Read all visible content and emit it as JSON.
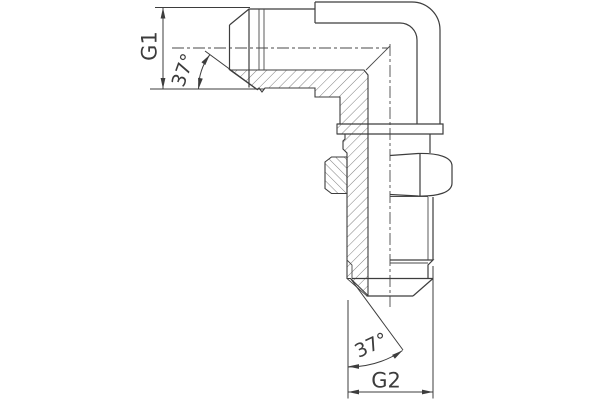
{
  "drawing": {
    "labels": {
      "g1": "G1",
      "g2": "G2",
      "angle_top": "37°",
      "angle_bottom": "37°"
    },
    "colors": {
      "line": "#3d3d3d",
      "background": "#ffffff"
    }
  }
}
